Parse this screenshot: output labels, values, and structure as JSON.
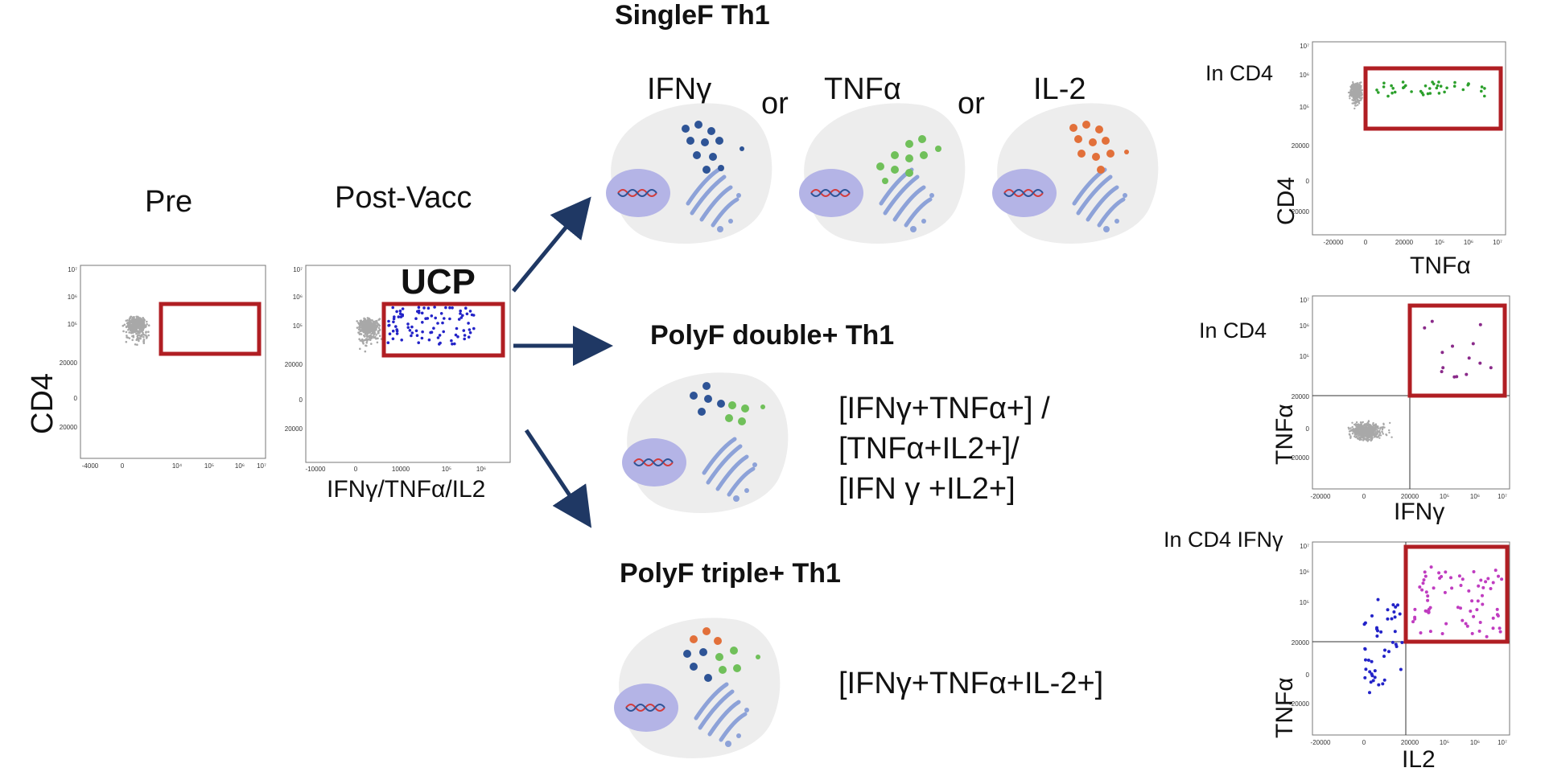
{
  "left_panel": {
    "pre_label": "Pre",
    "post_label": "Post-Vacc",
    "ucp_label": "UCP",
    "y_axis": "CD4",
    "x_axis_post": "IFNγ/TNFα/IL2",
    "pre_y_ticks": [
      "10⁷",
      "10⁶",
      "10⁵",
      "20000",
      "0",
      "20000"
    ],
    "pre_x_ticks": [
      "-4000",
      "0",
      "10⁴",
      "10⁵",
      "10⁶",
      "10⁷"
    ],
    "post_y_ticks": [
      "10⁷",
      "10⁶",
      "10⁵",
      "20000",
      "0",
      "20000"
    ],
    "post_x_ticks": [
      "-10000",
      "0",
      "10000",
      "10⁵",
      "10⁶"
    ]
  },
  "single": {
    "title": "SingleF Th1",
    "cyto1": "IFNγ",
    "or1": "or",
    "cyto2": "TNFα",
    "or2": "or",
    "cyto3": "IL-2"
  },
  "double": {
    "title": "PolyF double+ Th1",
    "line1": "[IFNγ+TNFα+] /",
    "line2": "[TNFα+IL2+]/",
    "line3": "[IFN γ +IL2+]"
  },
  "triple": {
    "title": "PolyF triple+ Th1",
    "combo": "[IFNγ+TNFα+IL-2+]"
  },
  "plots": {
    "p1": {
      "gate": "In CD4",
      "y": "CD4",
      "x": "TNFα",
      "y_ticks": [
        "10⁷",
        "10⁶",
        "10⁵",
        "20000",
        "0",
        "20000"
      ],
      "x_ticks": [
        "-20000",
        "0",
        "20000",
        "10⁵",
        "10⁶",
        "10⁷"
      ]
    },
    "p2": {
      "gate": "In CD4",
      "y": "TNFα",
      "x": "IFNγ",
      "y_ticks": [
        "10⁷",
        "10⁶",
        "10⁵",
        "20000",
        "0",
        "-20000"
      ],
      "x_ticks": [
        "-20000",
        "0",
        "20000",
        "10⁵",
        "10⁶",
        "10⁷"
      ]
    },
    "p3": {
      "gate": "In CD4 IFNγ",
      "y": "TNFα",
      "x": "IL2",
      "y_ticks": [
        "10⁷",
        "10⁶",
        "10⁵",
        "20000",
        "0",
        "-20000"
      ],
      "x_ticks": [
        "-20000",
        "0",
        "20000",
        "10⁵",
        "10⁶",
        "10⁷"
      ]
    }
  },
  "colors": {
    "gate": "#b01e23",
    "arrow": "#1f3864",
    "ifng": "#2e5496",
    "tnfa": "#70c05a",
    "il2": "#e2703a",
    "cell": "#ededed",
    "nucleus": "#b4b4e6",
    "dots_blue": "#2323c8",
    "dots_green": "#2ca02c",
    "dots_purple": "#8a2a8a",
    "dots_magenta": "#c03cc0"
  }
}
